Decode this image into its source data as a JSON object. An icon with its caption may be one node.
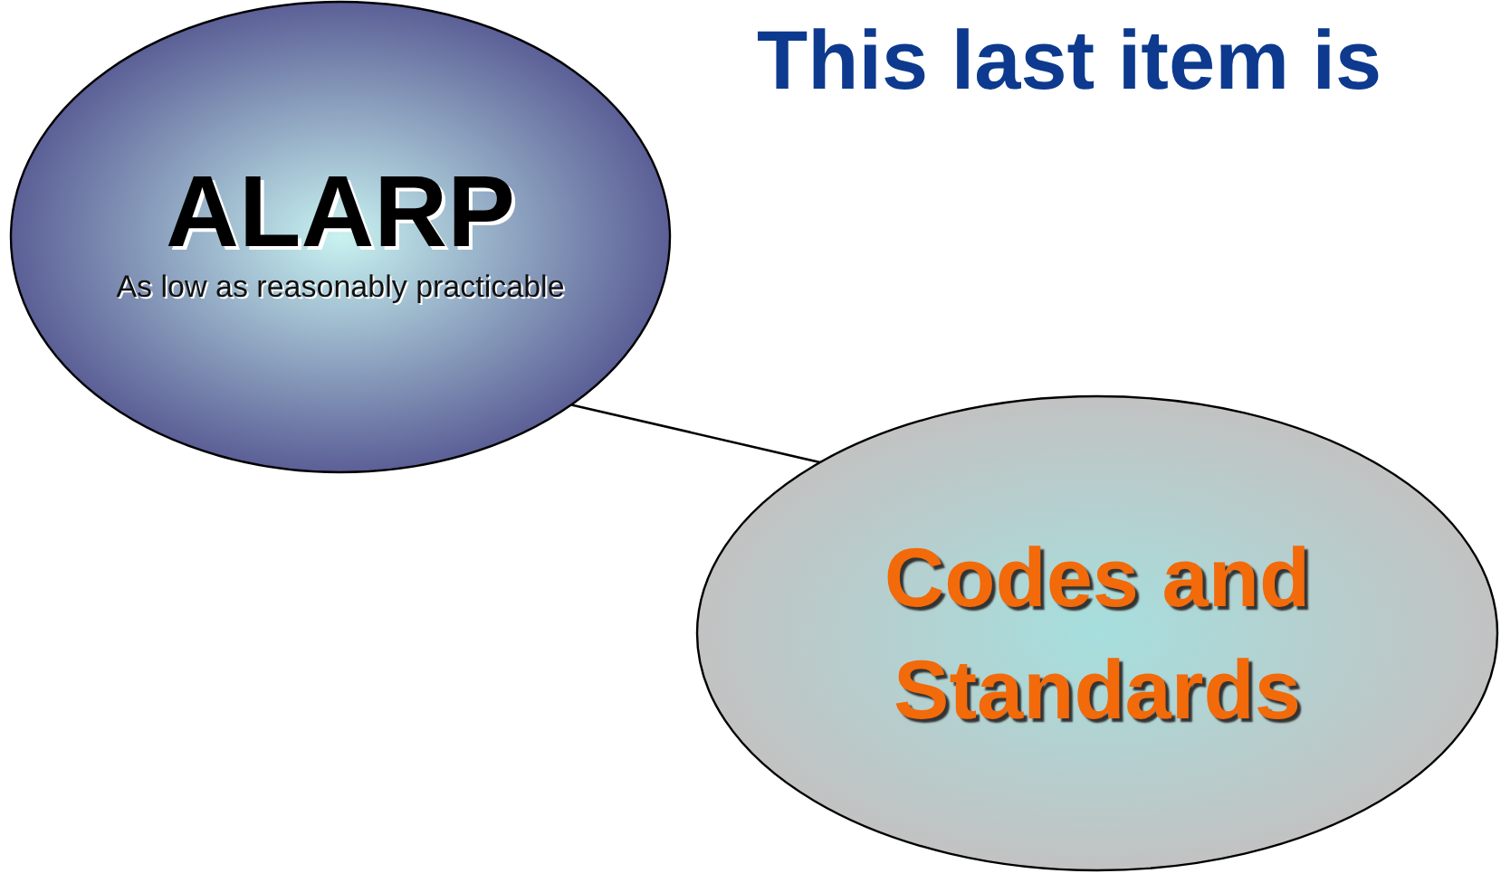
{
  "diagram": {
    "title": "This last item is",
    "nodes": [
      {
        "text": [
          "ALARP",
          "As low as reasonably practicable"
        ]
      },
      {
        "text": [
          "Codes and Standards"
        ]
      }
    ],
    "edges": [
      {
        "from": 0,
        "to": 1,
        "arrow": "none"
      }
    ]
  }
}
